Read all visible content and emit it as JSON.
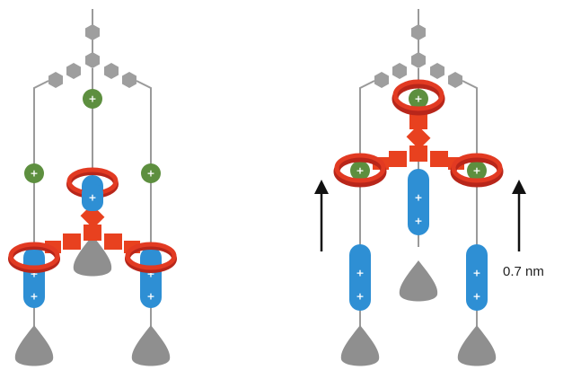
{
  "figure": {
    "distance_label": "0.7 nm",
    "plus_symbol": "+",
    "colors": {
      "ring": "#e23a22",
      "ring_dark": "#b8261a",
      "cube": "#e8411f",
      "hexagon": "#9e9e9e",
      "green_charge": "#5d8f3f",
      "blue_charge": "#2e8fd4",
      "base": "#8f8f8f",
      "line": "#9a9a9a",
      "arrow": "#111111"
    },
    "panels": [
      {
        "id": "left",
        "state": "ring-lowered"
      },
      {
        "id": "right",
        "state": "ring-raised"
      }
    ]
  }
}
